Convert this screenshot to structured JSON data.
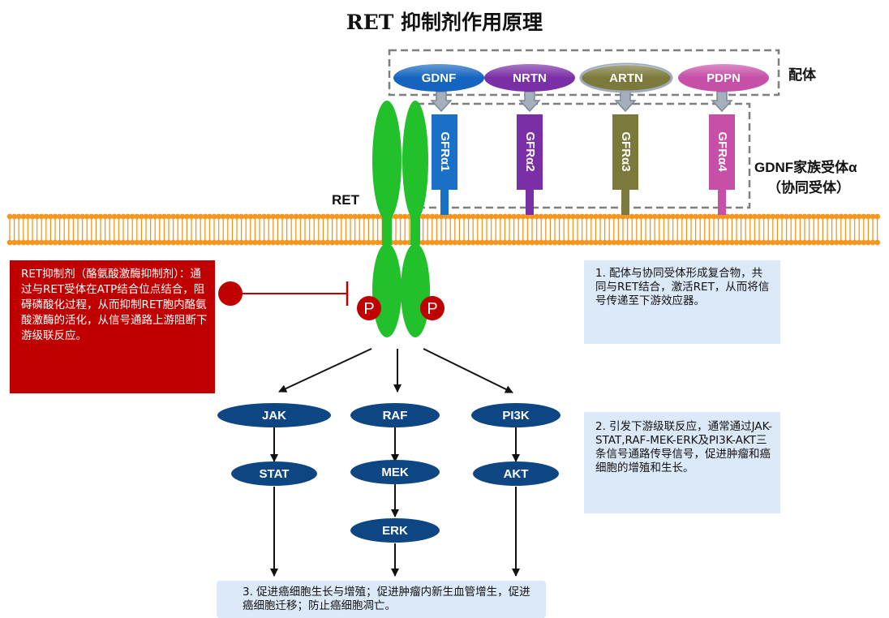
{
  "title": "RET 抑制剂作用原理",
  "labels": {
    "ligand": "配体",
    "gfr_family": "GDNF家族受体α",
    "coreceptor": "（协同受体）",
    "ret": "RET"
  },
  "ligands": [
    "GDNF",
    "NRTN",
    "ARTN",
    "PDPN"
  ],
  "coreceptors": [
    "GFRα1",
    "GFRα2",
    "GFRα3",
    "GFRα4"
  ],
  "colors": {
    "ligands": [
      "#1565c0",
      "#7b2fa6",
      "#7b7a3c",
      "#c64fa8"
    ],
    "coreceptors": [
      "#1a6fc7",
      "#7b2fa6",
      "#7b7a3c",
      "#c64fa8"
    ],
    "ret": "#22c02b",
    "phospho": "#c00000",
    "pathway": "#0d4683",
    "membrane": "#f7961e",
    "inhibitor": "#c00000",
    "note_bg": "#dbe9f8"
  },
  "phospho_label": "P",
  "pathways": {
    "jak": "JAK",
    "stat": "STAT",
    "raf": "RAF",
    "mek": "MEK",
    "erk": "ERK",
    "pi3k": "PI3K",
    "akt": "AKT"
  },
  "inhibitor_text": "RET抑制剂（酪氨酸激酶抑制剂）：通过与RET受体在ATP结合位点结合，阻碍磷酸化过程，从而抑制RET胞内酪氨酸激酶的活化，从信号通路上游阻断下游级联反应。",
  "notes": {
    "n1": "1. 配体与协同受体形成复合物，共同与RET结合，激活RET，从而将信号传递至下游效应器。",
    "n2": "2. 引发下游级联反应，通常通过JAK-STAT,RAF-MEK-ERK及PI3K-AKT三条信号通路传导信号，促进肿瘤和癌细胞的增殖和生长。",
    "n3": "3. 促进癌细胞生长与增殖；促进肿瘤内新生血管增生，促进癌细胞迁移；防止癌细胞凋亡。"
  }
}
